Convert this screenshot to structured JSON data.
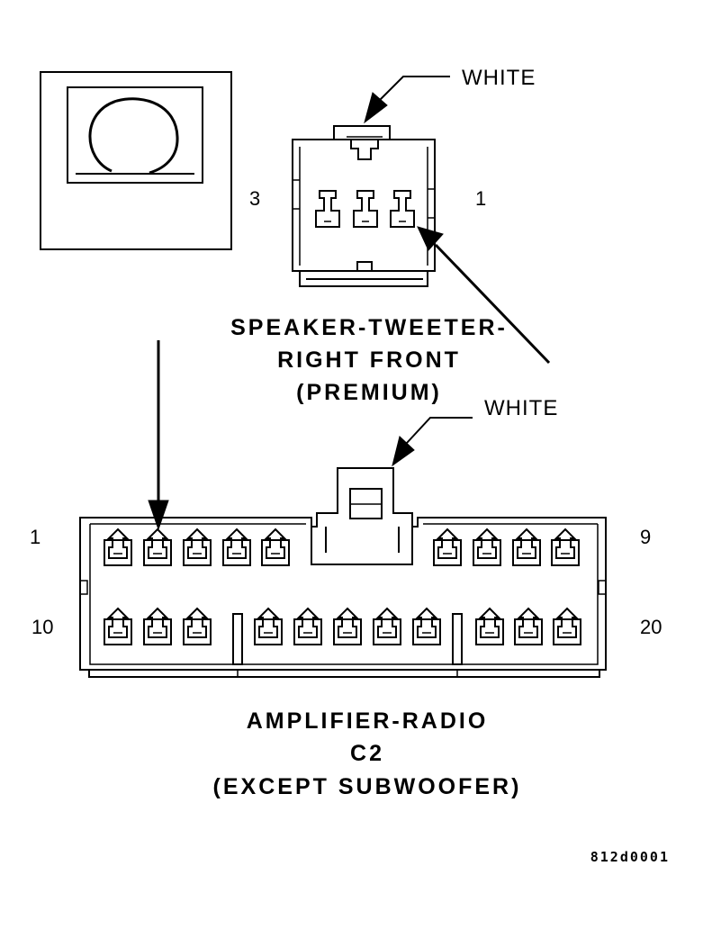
{
  "tweeter_connector": {
    "callout": "WHITE",
    "pin_left": "3",
    "pin_right": "1",
    "title_lines": [
      "SPEAKER-TWEETER-",
      "RIGHT FRONT",
      "(PREMIUM)"
    ]
  },
  "amplifier_connector": {
    "callout": "WHITE",
    "pin_top_left": "1",
    "pin_top_right": "9",
    "pin_bottom_left": "10",
    "pin_bottom_right": "20",
    "top_row_cavities": 9,
    "bottom_row_cavities": 11,
    "title_lines": [
      "AMPLIFIER-RADIO",
      "C2",
      "(EXCEPT SUBWOOFER)"
    ]
  },
  "figure_code": "812d0001"
}
